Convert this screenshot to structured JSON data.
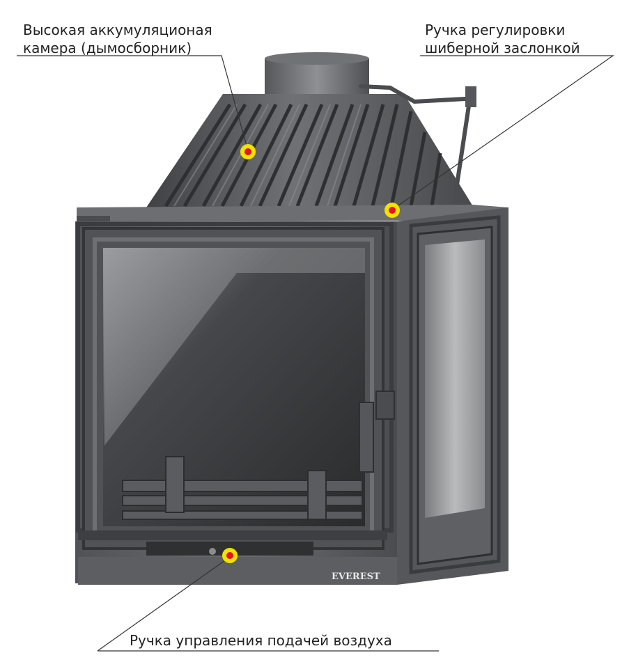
{
  "labels": {
    "chamber": {
      "line1": "Высокая аккумуляционая",
      "line2": "камера (дымосборник)"
    },
    "damper": {
      "line1": "Ручка регулировки",
      "line2": "шиберной заслонкой"
    },
    "air": {
      "line1": "Ручка управления подачей воздуха"
    }
  },
  "brand": "EVEREST",
  "colors": {
    "marker_outer": "#f2e200",
    "marker_inner": "#e8102a",
    "leader": "#333333"
  }
}
